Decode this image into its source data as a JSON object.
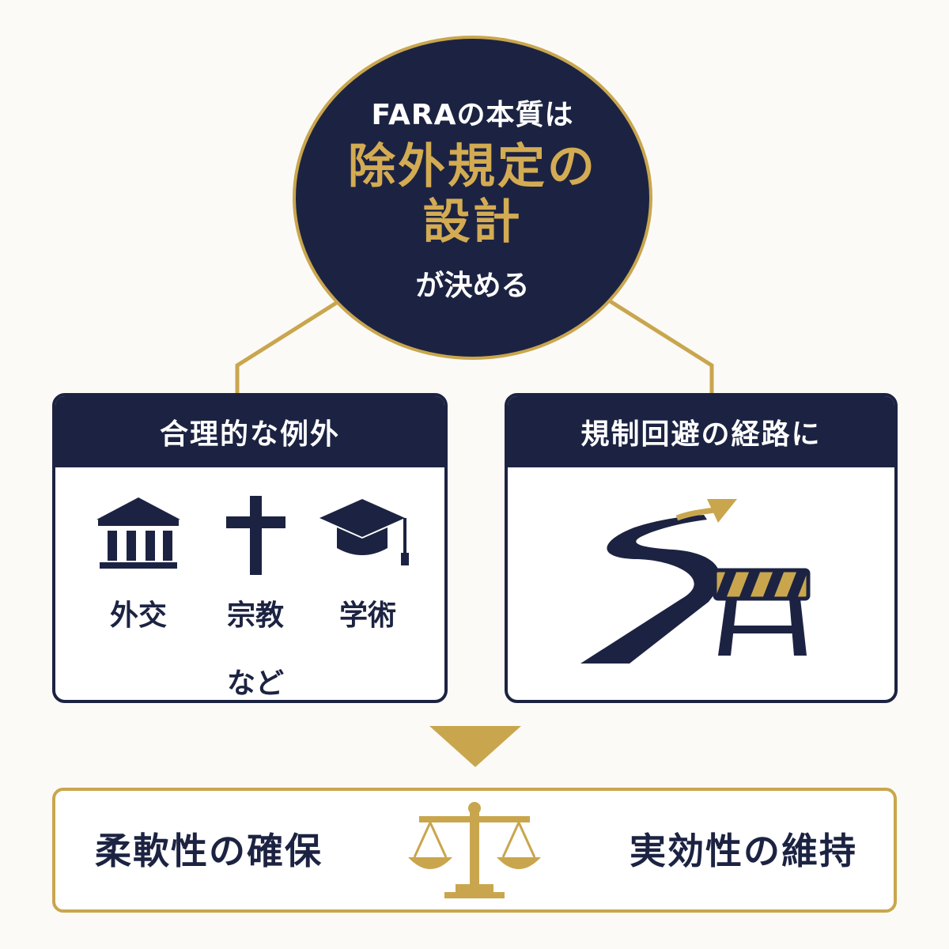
{
  "hub": {
    "top": "FARAの本質は",
    "main_line1": "除外規定の",
    "main_line2": "設計",
    "bottom": "が決める"
  },
  "left_panel": {
    "title": "合理的な例外",
    "items": [
      {
        "icon": "institution-icon",
        "label": "外交"
      },
      {
        "icon": "cross-icon",
        "label": "宗教"
      },
      {
        "icon": "graduation-cap-icon",
        "label": "学術"
      }
    ],
    "etc": "など"
  },
  "right_panel": {
    "title": "規制回避の経路に",
    "icon": "detour-road-barrier-icon"
  },
  "balance": {
    "left": "柔軟性の確保",
    "right": "実効性の維持",
    "icon": "balance-scale-icon"
  },
  "colors": {
    "navy": "#1c2342",
    "gold": "#c9a64e",
    "background": "#fbfaf6"
  }
}
